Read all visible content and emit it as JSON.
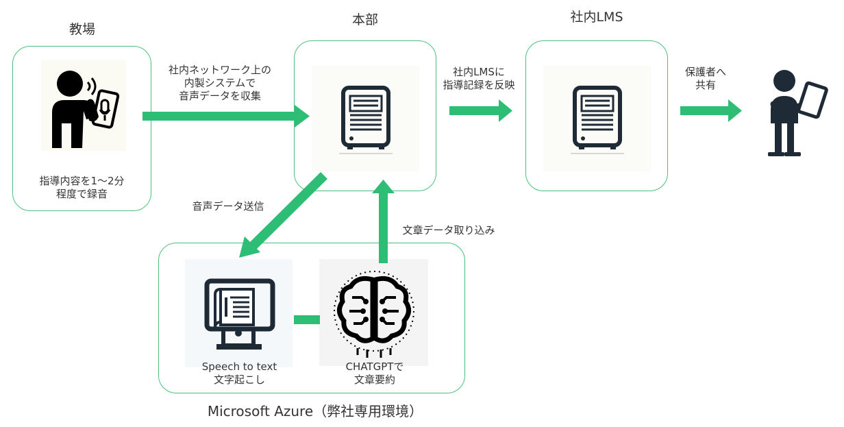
{
  "colors": {
    "accent": "#2dbd74",
    "box_border": "#4cc07a",
    "icon": "#1e2a35"
  },
  "nodes": {
    "field": {
      "title": "教場",
      "caption_line1": "指導内容を1～2分",
      "caption_line2": "程度で録音",
      "icon": "person-recording-phone-icon"
    },
    "hq": {
      "title": "本部",
      "icon": "server-icon"
    },
    "lms": {
      "title": "社内LMS",
      "icon": "server-icon"
    },
    "guardian": {
      "icon": "person-with-tablet-icon"
    },
    "azure": {
      "title": "Microsoft Azure（弊社専用環境）",
      "stt": {
        "line1": "Speech to text",
        "line2": "文字起こし",
        "icon": "monitor-document-icon"
      },
      "gpt": {
        "line1": "CHATGPTで",
        "line2": "文章要約",
        "icon": "brain-circuit-icon"
      }
    }
  },
  "edges": {
    "field_to_hq": {
      "line1": "社内ネットワーク上の",
      "line2": "内製システムで",
      "line3": "音声データを収集"
    },
    "hq_to_lms": {
      "line1": "社内LMSに",
      "line2": "指導記録を反映"
    },
    "lms_to_guardian": {
      "line1": "保護者へ",
      "line2": "共有"
    },
    "hq_to_azure": {
      "label": "音声データ送信"
    },
    "azure_to_hq": {
      "label": "文章データ取り込み"
    }
  }
}
